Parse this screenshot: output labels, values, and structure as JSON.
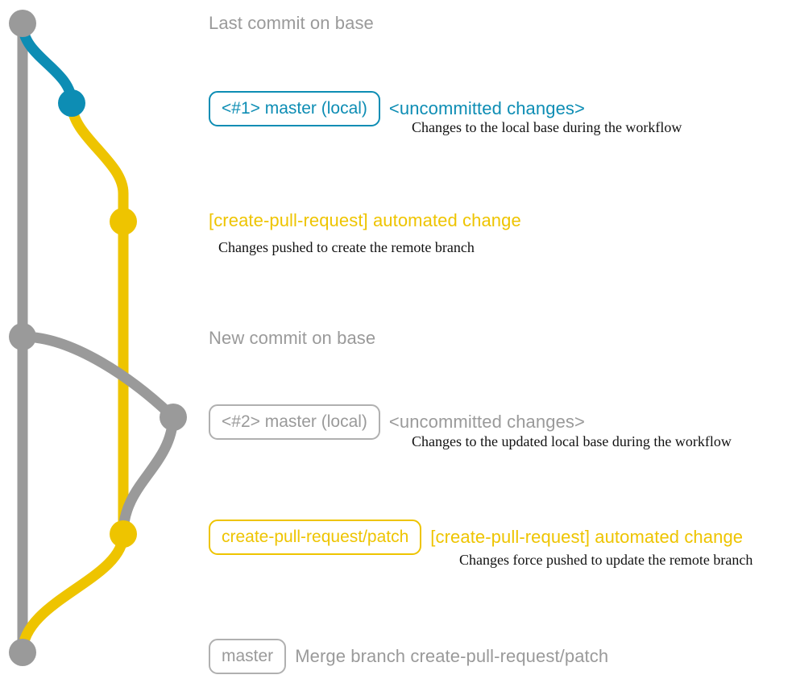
{
  "diagram": {
    "title": "create-pull-request workflow branch graph",
    "colors": {
      "base": "#9a9a9a",
      "local_branch": "#0d8db4",
      "patch_branch": "#eec400",
      "description_text": "#111111",
      "background": "#ffffff"
    }
  },
  "commits": [
    {
      "id": "last-commit-on-base",
      "badge": null,
      "headline": "Last commit on base",
      "headline_color": "gray",
      "description": null,
      "node_color": "#9a9a9a"
    },
    {
      "id": "local-master-1",
      "badge": "<#1> master (local)",
      "badge_color": "teal",
      "headline": "<uncommitted changes>",
      "headline_color": "teal",
      "description": "Changes to the local base during the workflow",
      "node_color": "#0d8db4"
    },
    {
      "id": "automated-change-1",
      "badge": null,
      "headline": "[create-pull-request] automated change",
      "headline_color": "yellow",
      "description": "Changes pushed to create the remote branch",
      "node_color": "#eec400"
    },
    {
      "id": "new-commit-on-base",
      "badge": null,
      "headline": "New commit on base",
      "headline_color": "gray",
      "description": null,
      "node_color": "#9a9a9a"
    },
    {
      "id": "local-master-2",
      "badge": "<#2> master (local)",
      "badge_color": "gray",
      "headline": "<uncommitted changes>",
      "headline_color": "gray",
      "description": "Changes to the updated local base during the workflow",
      "node_color": "#9a9a9a"
    },
    {
      "id": "automated-change-2",
      "badge": "create-pull-request/patch",
      "badge_color": "yellow",
      "headline": "[create-pull-request] automated change",
      "headline_color": "yellow",
      "description": "Changes force pushed to update the remote branch",
      "node_color": "#eec400"
    },
    {
      "id": "merge-commit",
      "badge": "master",
      "badge_color": "gray",
      "headline": "Merge branch create-pull-request/patch",
      "headline_color": "gray",
      "description": null,
      "node_color": "#9a9a9a"
    }
  ]
}
